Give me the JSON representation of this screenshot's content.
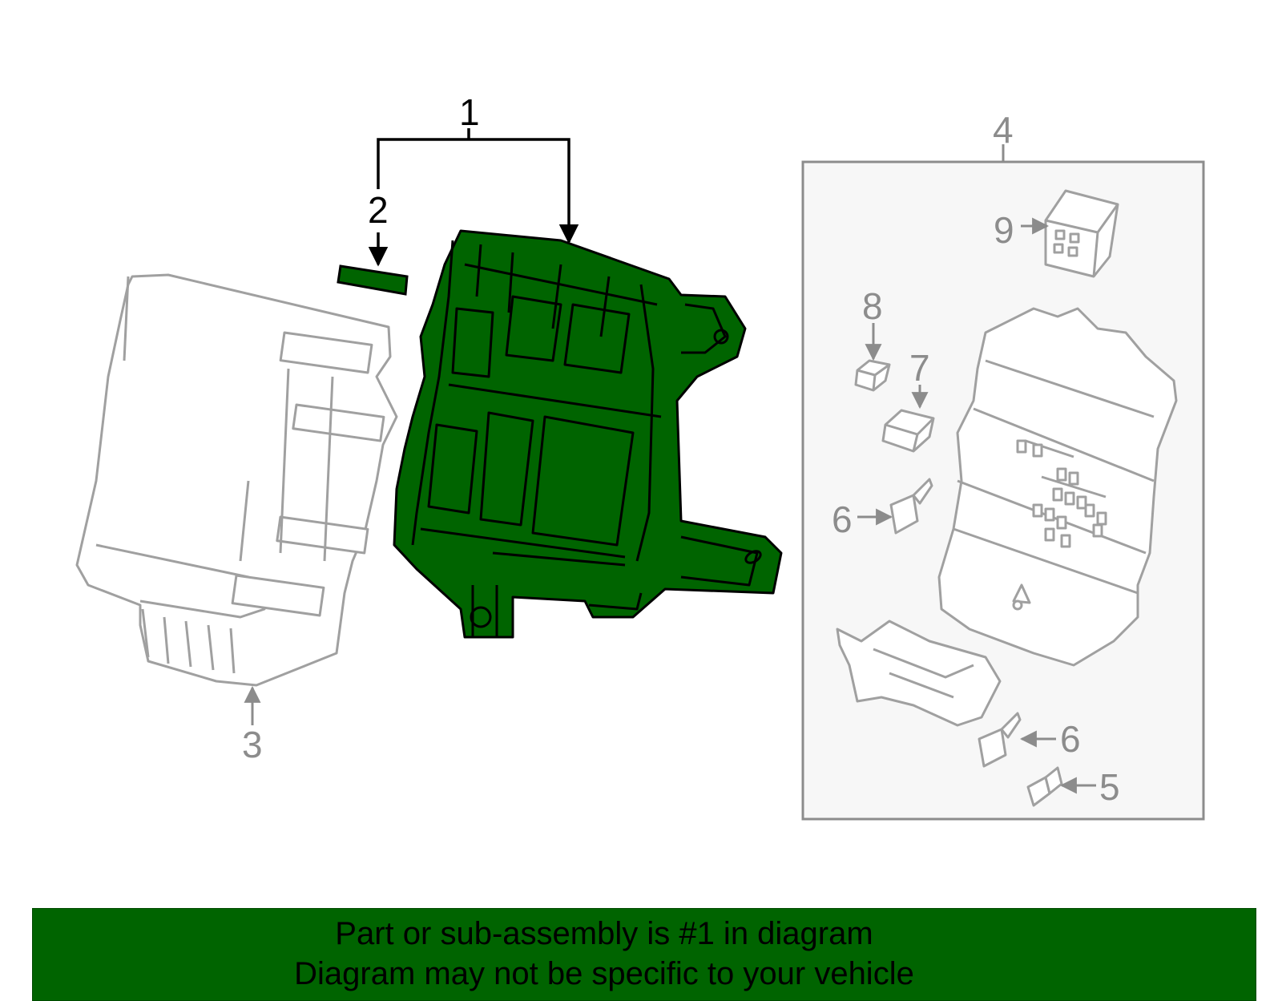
{
  "callouts": {
    "c1": "1",
    "c2": "2",
    "c3": "3",
    "c4": "4",
    "c5": "5",
    "c6a": "6",
    "c6b": "6",
    "c7": "7",
    "c8": "8",
    "c9": "9"
  },
  "banner": {
    "line1": "Part or sub-assembly is #1 in diagram",
    "line2": "Diagram may not be specific to your vehicle"
  },
  "colors": {
    "highlight_fill": "#006400",
    "outline_black": "#000000",
    "ghost_gray": "#a0a0a0",
    "box_fill": "#f7f7f7"
  }
}
